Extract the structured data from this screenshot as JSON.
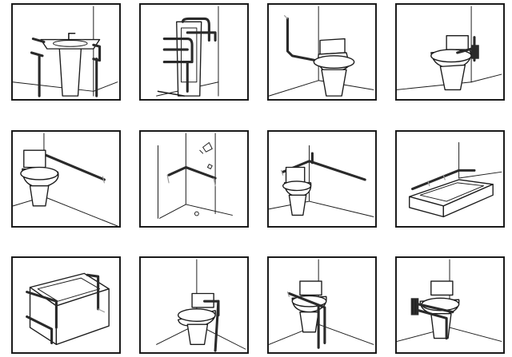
{
  "tiles": [
    {
      "id": "washbasin-grab-bars"
    },
    {
      "id": "toilet-foldaway-u-bars"
    },
    {
      "id": "toilet-l-shaped-bar"
    },
    {
      "id": "toilet-hinged-bar"
    },
    {
      "id": "toilet-long-wall-bar"
    },
    {
      "id": "shower-corner-bar"
    },
    {
      "id": "toilet-l-wall-bar"
    },
    {
      "id": "bathtub-wall-bar"
    },
    {
      "id": "bathtub-angled-bars"
    },
    {
      "id": "toilet-corner-bars"
    },
    {
      "id": "toilet-floor-bar"
    },
    {
      "id": "toilet-folding-bar"
    }
  ]
}
